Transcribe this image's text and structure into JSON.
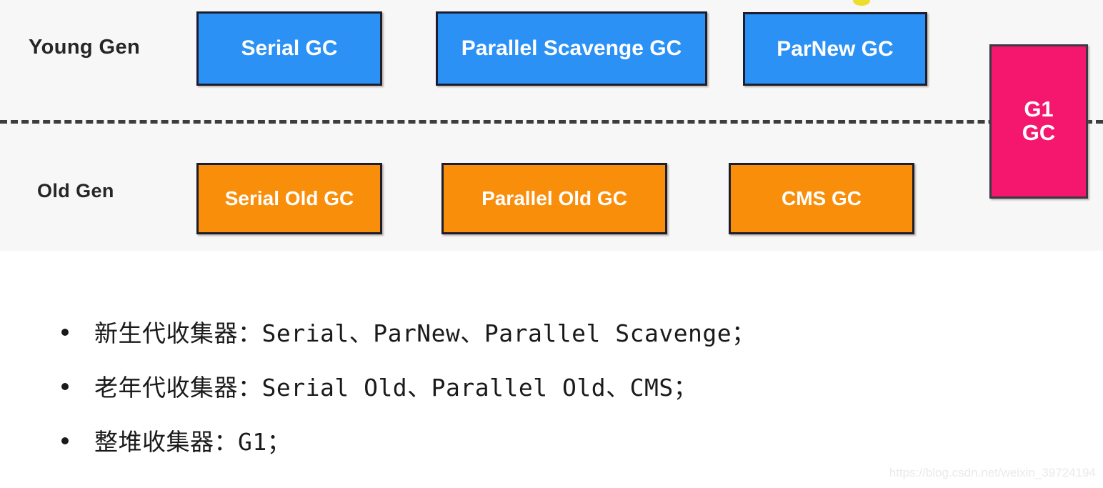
{
  "diagram": {
    "background_color": "#f7f7f7",
    "divider": {
      "style": "dashed",
      "color": "#3d3d3d"
    },
    "rows": [
      {
        "label": "Young Gen",
        "color": "#2b91f5",
        "boxes": [
          {
            "label": "Serial GC"
          },
          {
            "label": "Parallel Scavenge GC"
          },
          {
            "label": "ParNew GC"
          }
        ]
      },
      {
        "label": "Old Gen",
        "color": "#f98e0b",
        "boxes": [
          {
            "label": "Serial Old GC"
          },
          {
            "label": "Parallel Old GC"
          },
          {
            "label": "CMS GC"
          }
        ]
      }
    ],
    "full_heap_box": {
      "line1": "G1",
      "line2": "GC",
      "color": "#f5176e"
    }
  },
  "bullets": [
    {
      "text": "新生代收集器：Serial、ParNew、Parallel Scavenge；"
    },
    {
      "text": "老年代收集器：Serial Old、Parallel Old、CMS；"
    },
    {
      "text": "整堆收集器：G1；"
    }
  ],
  "watermark": {
    "text": "https://blog.csdn.net/weixin_39724194"
  }
}
